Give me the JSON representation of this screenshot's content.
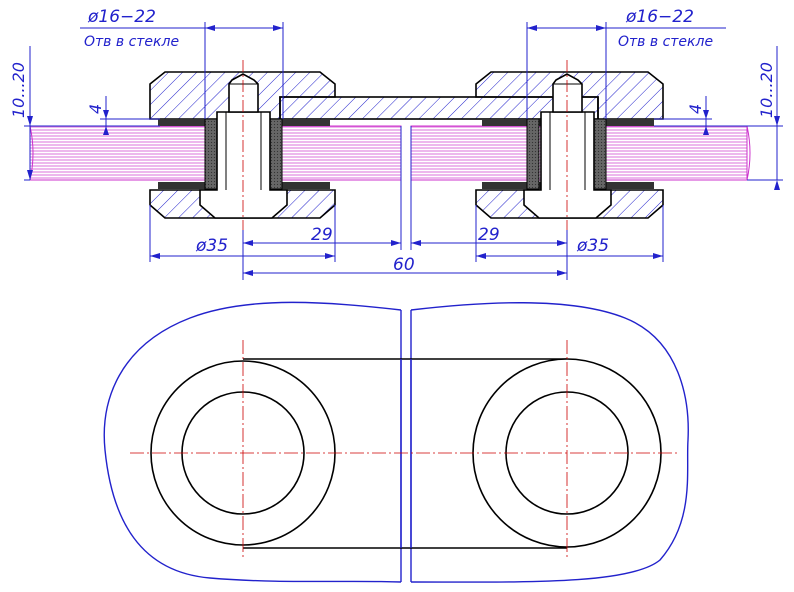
{
  "colors": {
    "dimension": "#2222cc",
    "outline": "#000000",
    "glass_fill": "#cc33cc",
    "centerline": "#cc0000",
    "hatch": "#2222cc",
    "sealant": "#555555"
  },
  "labels": {
    "hole_dia_left": "ø16−22",
    "hole_note_left": "Отв в стекле",
    "hole_dia_right": "ø16−22",
    "hole_note_right": "Отв в стекле",
    "thickness_left": "10...20",
    "thickness_right": "10...20",
    "gasket_left": "4",
    "gasket_right": "4",
    "dia35_left": "ø35",
    "dia35_right": "ø35",
    "offset_left": "29",
    "offset_right": "29",
    "center_distance": "60"
  }
}
